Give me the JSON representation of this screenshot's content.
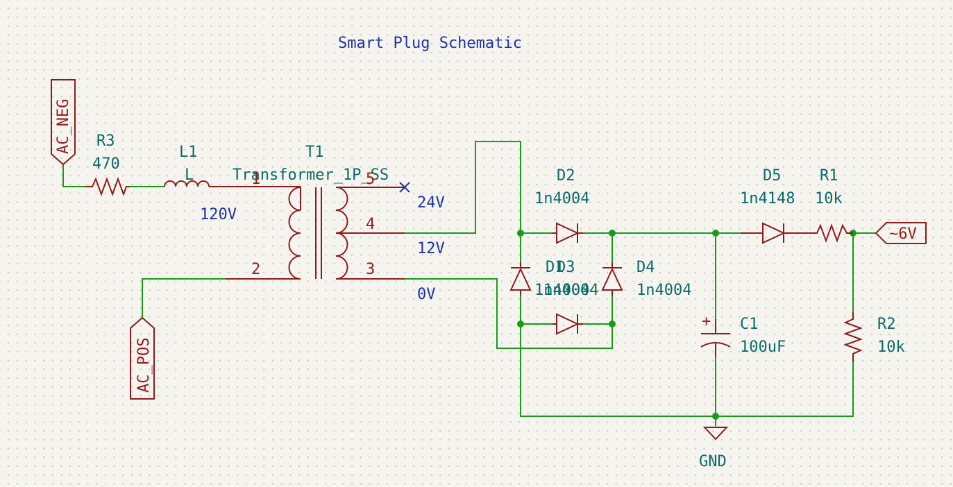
{
  "title": "Smart Plug Schematic",
  "labels": {
    "ac_neg": "AC_NEG",
    "ac_pos": "AC_POS",
    "out": "~6V",
    "gnd": "GND"
  },
  "components": {
    "r3": {
      "ref": "R3",
      "value": "470"
    },
    "l1": {
      "ref": "L1",
      "value": "L"
    },
    "t1": {
      "ref": "T1",
      "value": "Transformer_1P_SS"
    },
    "d1": {
      "ref": "D1",
      "value": "1n4004"
    },
    "d2": {
      "ref": "D2",
      "value": "1n4004"
    },
    "d3": {
      "ref": "D3",
      "value": "1n4004"
    },
    "d4": {
      "ref": "D4",
      "value": "1n4004"
    },
    "d5": {
      "ref": "D5",
      "value": "1n4148"
    },
    "r1": {
      "ref": "R1",
      "value": "10k"
    },
    "r2": {
      "ref": "R2",
      "value": "10k"
    },
    "c1": {
      "ref": "C1",
      "value": "100uF"
    }
  },
  "pins": {
    "p1": "1",
    "p2": "2",
    "p3": "3",
    "p4": "4",
    "p5": "5"
  },
  "notes": {
    "v120": "120V",
    "v24": "24V",
    "v12": "12V",
    "v0": "0V"
  },
  "colors": {
    "background": "#f5f4ef",
    "wire": "#1a9a1a",
    "symbol": "#8e1b1b",
    "reference": "#0b6a6a",
    "note": "#1f33a8"
  }
}
